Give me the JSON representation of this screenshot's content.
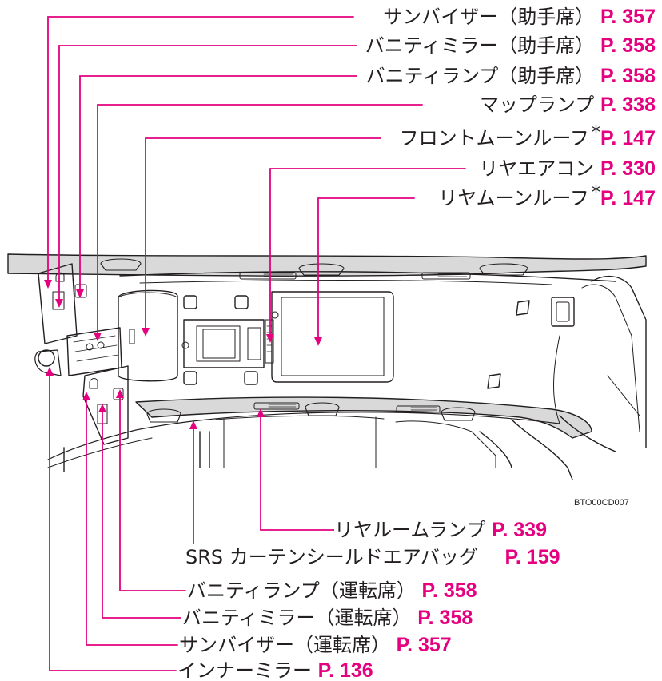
{
  "figure_code": "BTO00CD007",
  "colors": {
    "leader_line": "#e4007f",
    "page_ref": "#e4007f",
    "text": "#231f20",
    "headliner_fill": "#d9d9d9"
  },
  "callouts_top": [
    {
      "name": "sun-visor-passenger",
      "label": "サンバイザー（助手席）",
      "page": "P. 357"
    },
    {
      "name": "vanity-mirror-passenger",
      "label": "バニティミラー（助手席）",
      "page": "P. 358"
    },
    {
      "name": "vanity-lamp-passenger",
      "label": "バニティランプ（助手席）",
      "page": "P. 358"
    },
    {
      "name": "map-lamp",
      "label": "マップランプ",
      "page": "P. 338"
    },
    {
      "name": "front-moonroof",
      "label": "フロントムーンルーフ",
      "asterisk": "*",
      "page": "P. 147"
    },
    {
      "name": "rear-air-conditioner",
      "label": "リヤエアコン",
      "page": "P. 330"
    },
    {
      "name": "rear-moonroof",
      "label": "リヤムーンルーフ",
      "asterisk": "*",
      "page": "P. 147"
    }
  ],
  "callouts_bottom": [
    {
      "name": "rear-room-lamp",
      "label": "リヤルームランプ",
      "page": "P. 339"
    },
    {
      "name": "srs-curtain-airbag",
      "label": "SRS カーテンシールドエアバッグ",
      "page": "P. 159"
    },
    {
      "name": "vanity-lamp-driver",
      "label": "バニティランプ（運転席）",
      "page": "P. 358"
    },
    {
      "name": "vanity-mirror-driver",
      "label": "バニティミラー（運転席）",
      "page": "P. 358"
    },
    {
      "name": "sun-visor-driver",
      "label": "サンバイザー（運転席）",
      "page": "P. 357"
    },
    {
      "name": "inner-mirror",
      "label": "インナーミラー",
      "page": "P. 136"
    }
  ]
}
